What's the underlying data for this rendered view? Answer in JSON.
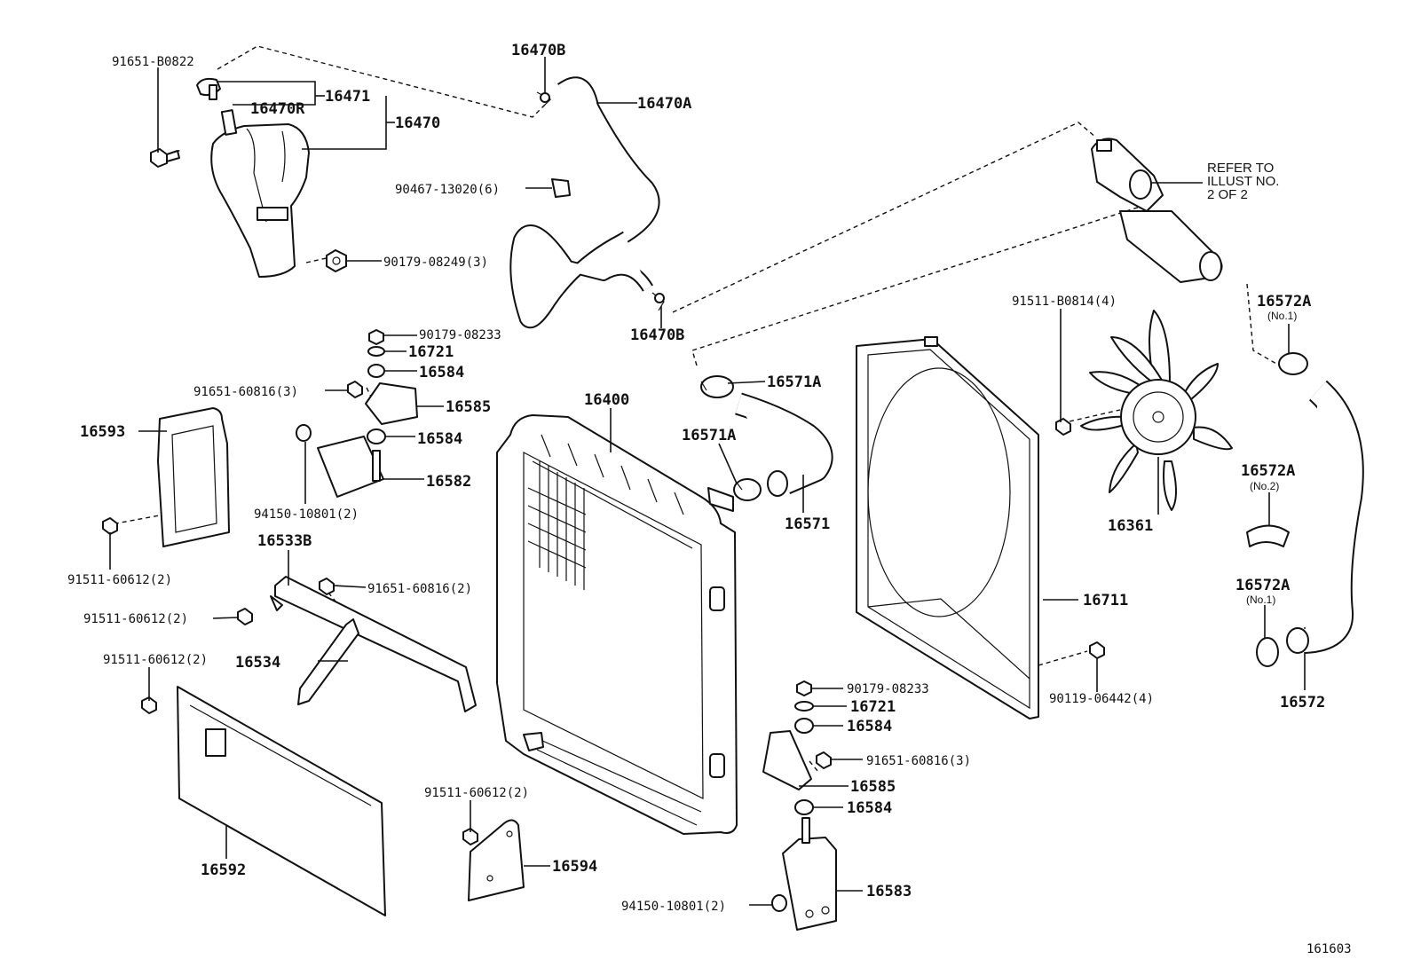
{
  "diagram_id": "161603",
  "note": {
    "line1": "REFER TO",
    "line2": "ILLUST NO.",
    "line3": "2 OF 2"
  },
  "labels": {
    "p91651_b0822": "91651-B0822",
    "p16471": "16471",
    "p16470r": "16470R",
    "p16470": "16470",
    "p16470b_top": "16470B",
    "p16470a": "16470A",
    "p90467": "90467-13020(6)",
    "p90179_08249": "90179-08249(3)",
    "p16470b_bot": "16470B",
    "p90179_08233_a": "90179-08233",
    "p16721_a": "16721",
    "p16584_a": "16584",
    "p91651_60816_a": "91651-60816(3)",
    "p16585_a": "16585",
    "p16584_b": "16584",
    "p16582": "16582",
    "p16593": "16593",
    "p94150_a": "94150-10801(2)",
    "p91511_60612_a": "91511-60612(2)",
    "p16533b": "16533B",
    "p91651_60816_b": "91651-60816(2)",
    "p91511_60612_b": "91511-60612(2)",
    "p91511_60612_c": "91511-60612(2)",
    "p16534": "16534",
    "p16592": "16592",
    "p16400": "16400",
    "p16571a_top": "16571A",
    "p16571a_mid": "16571A",
    "p16571": "16571",
    "p91511_b0814": "91511-B0814(4)",
    "p16361": "16361",
    "p16711": "16711",
    "p90119": "90119-06442(4)",
    "p16572a_1": "16572A",
    "p16572a_1_sub": "(No.1)",
    "p16572a_2": "16572A",
    "p16572a_2_sub": "(No.2)",
    "p16572a_3": "16572A",
    "p16572a_3_sub": "(No.1)",
    "p16572": "16572",
    "p90179_08233_b": "90179-08233",
    "p16721_b": "16721",
    "p16584_c": "16584",
    "p91651_60816_c": "91651-60816(3)",
    "p16585_b": "16585",
    "p16584_d": "16584",
    "p16583": "16583",
    "p94150_b": "94150-10801(2)",
    "p91511_60612_d": "91511-60612(2)",
    "p16594": "16594"
  }
}
